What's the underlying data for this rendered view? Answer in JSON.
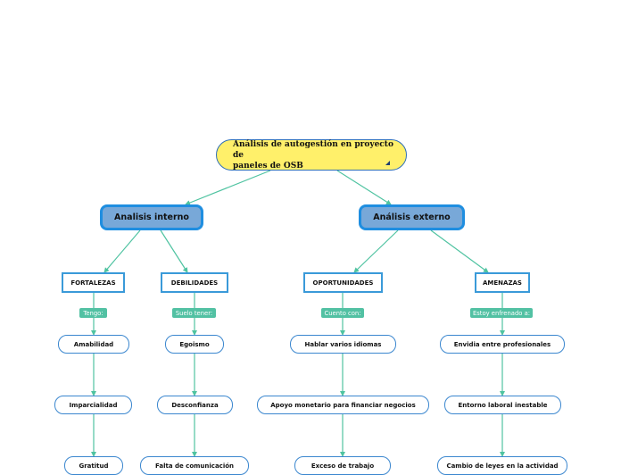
{
  "root": {
    "line1": "Análisis de autogestión en proyecto de",
    "line2": "paneles de OSB"
  },
  "internal": {
    "label": "Analisis interno",
    "strengths": {
      "label": "FORTALEZAS",
      "tag": "Tengo:",
      "items": [
        "Amabilidad",
        "Imparcialidad",
        "Gratitud"
      ]
    },
    "weaknesses": {
      "label": "DEBILIDADES",
      "tag": "Suelo tener:",
      "items": [
        "Egoismo",
        "Desconfianza",
        "Falta de comunicación"
      ]
    }
  },
  "external": {
    "label": "Análisis externo",
    "opportunities": {
      "label": "OPORTUNIDADES",
      "tag": "Cuento con:",
      "items": [
        "Hablar varios idiomas",
        "Apoyo monetario para financiar negocios",
        "Exceso de trabajo"
      ]
    },
    "threats": {
      "label": "AMENAZAS",
      "tag": "Estoy enfrenado a:",
      "items": [
        "Envidia entre profesionales",
        "Entorno laboral inestable",
        "Cambio de leyes en la actividad"
      ]
    }
  },
  "colors": {
    "edge": "#4fc3a1",
    "root_fill": "#fff06a",
    "main_fill": "#78a8d8",
    "main_border": "#1f8ee0",
    "tag_fill": "#52c1a3"
  }
}
